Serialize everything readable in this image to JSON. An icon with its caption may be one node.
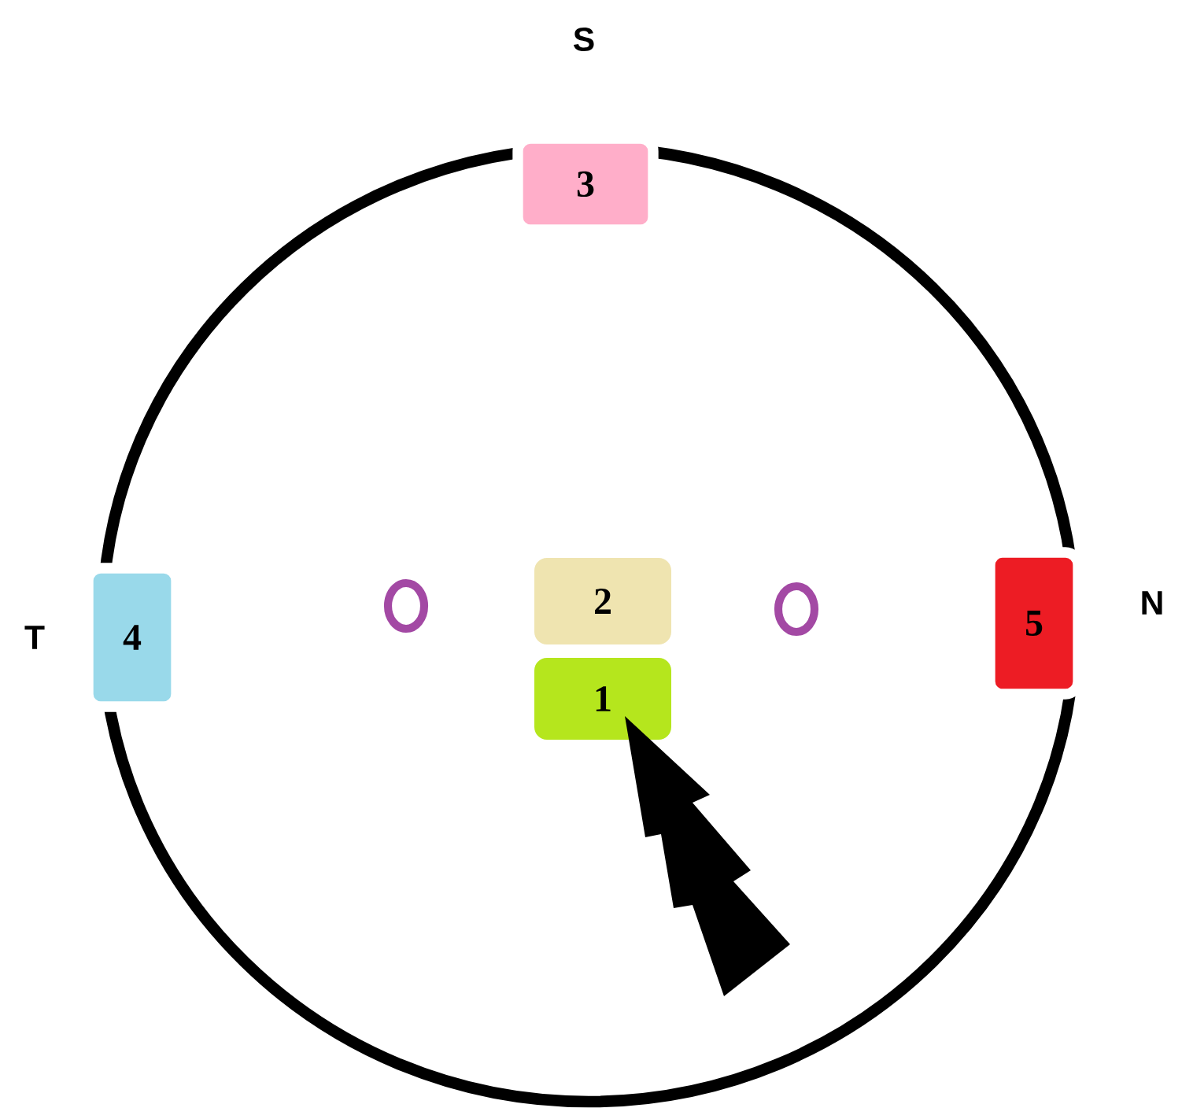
{
  "diagram": {
    "nodes": [
      {
        "text": [
          "3"
        ]
      },
      {
        "text": [
          "4"
        ]
      },
      {
        "text": [],
        "shape": "circle"
      },
      {
        "text": [
          "2"
        ]
      },
      {
        "text": [],
        "shape": "circle"
      },
      {
        "text": [
          "5"
        ]
      },
      {
        "text": [
          "1"
        ]
      }
    ],
    "edges": [
      {
        "from": null,
        "to": 6,
        "arrow": "to"
      }
    ],
    "labels": [
      "S",
      "T",
      "N"
    ]
  }
}
